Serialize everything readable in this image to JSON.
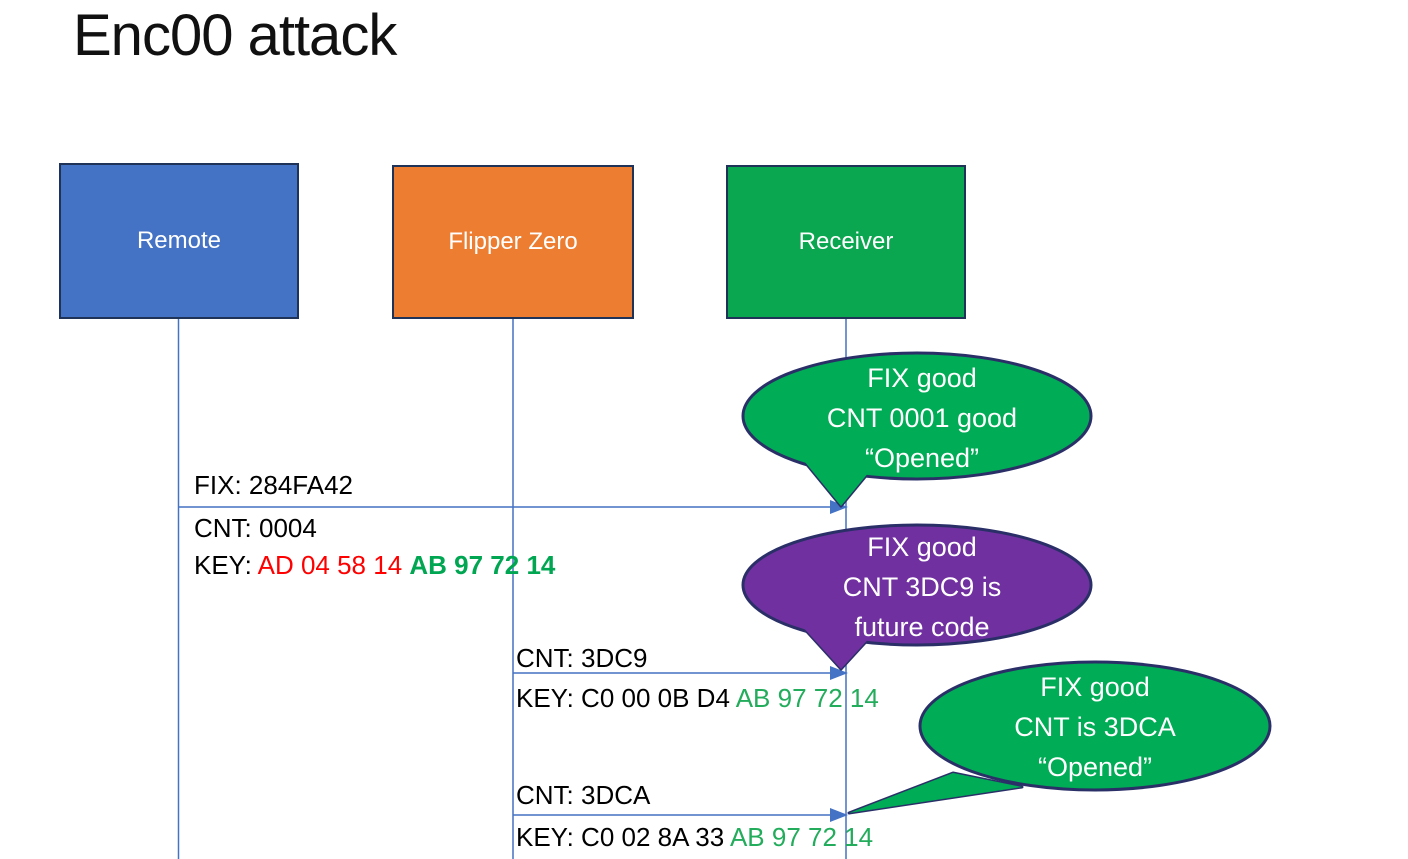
{
  "slide": {
    "title": "Enc00 attack"
  },
  "actors": [
    {
      "label": "Remote"
    },
    {
      "label": "Flipper Zero"
    },
    {
      "label": "Receiver"
    }
  ],
  "messages": [
    {
      "fix": "FIX: 284FA42",
      "cnt": "CNT: 0004",
      "key_prefix": "KEY: ",
      "key_red": "AD 04 58 14 ",
      "key_green": "AB 97 72 14"
    },
    {
      "cnt": "CNT: 3DC9",
      "key_prefix": "KEY: C0 00 0B D4 ",
      "key_green": "AB 97 72 14"
    },
    {
      "cnt": "CNT: 3DCA",
      "key_prefix": "KEY: C0 02 8A 33 ",
      "key_green": "AB 97 72 14"
    }
  ],
  "bubbles": [
    {
      "lines": [
        "FIX good",
        "CNT 0001 good",
        "“Opened”"
      ]
    },
    {
      "lines": [
        "FIX good",
        "CNT 3DC9 is",
        "future code"
      ]
    },
    {
      "lines": [
        "FIX good",
        "CNT is 3DCA",
        "“Opened”"
      ]
    }
  ],
  "colors": {
    "remote_fill": "#4472C4",
    "flipper_fill": "#ED7D31",
    "receiver_fill": "#0BA750",
    "box_border": "#1F3358",
    "bubble_green": "#00AC55",
    "bubble_purple": "#7030A0",
    "bubble_border": "#2A2F68",
    "bubble_text": "#FFFFFF",
    "connector": "#4472C4",
    "text_black": "#000000",
    "key_red": "#FF0000",
    "key_green_bold": "#00A651",
    "key_green": "#23AC5C",
    "actor_text": "#FFFFFF",
    "title_text": "#111111"
  }
}
